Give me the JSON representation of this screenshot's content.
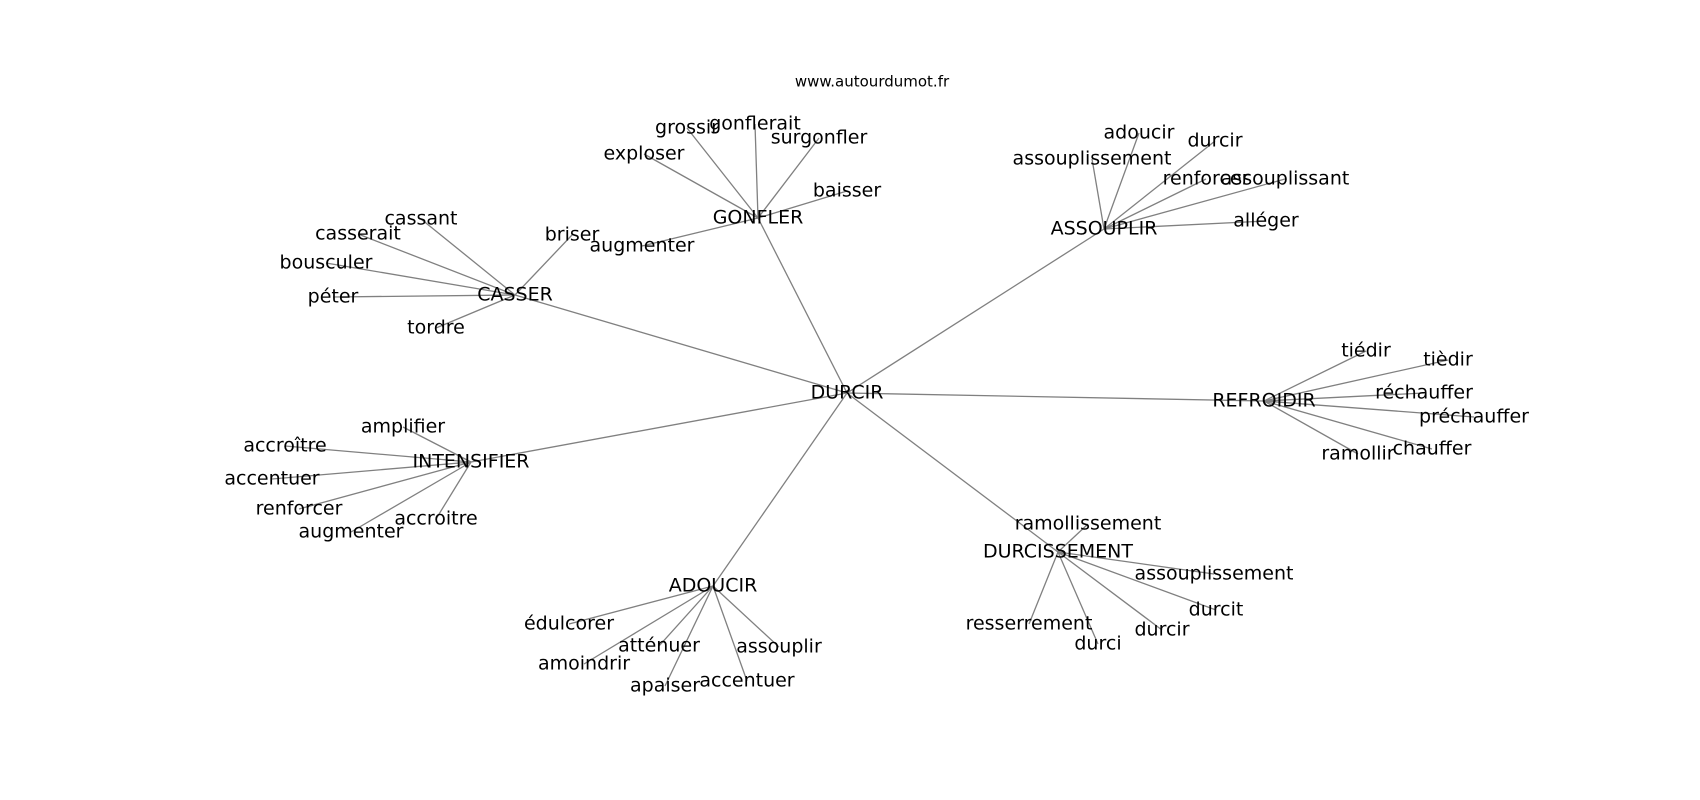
{
  "source_label": "www.autourdumot.fr",
  "center": {
    "id": "DURCIR",
    "label": "DURCIR"
  },
  "clusters": [
    {
      "id": "casser",
      "label": "CASSER",
      "words": [
        "cassant",
        "casserait",
        "bousculer",
        "péter",
        "tordre",
        "briser"
      ]
    },
    {
      "id": "gonfler",
      "label": "GONFLER",
      "words": [
        "grossir",
        "gonflerait",
        "surgonfler",
        "exploser",
        "baisser",
        "augmenter"
      ]
    },
    {
      "id": "assouplir",
      "label": "ASSOUPLIR",
      "words": [
        "adoucir",
        "durcir",
        "assouplissement",
        "renforcer",
        "assouplissant",
        "alléger"
      ]
    },
    {
      "id": "refroidir",
      "label": "REFROIDIR",
      "words": [
        "tiédir",
        "tièdir",
        "réchauffer",
        "préchauffer",
        "chauffer",
        "ramollir"
      ]
    },
    {
      "id": "intensifier",
      "label": "INTENSIFIER",
      "words": [
        "amplifier",
        "accroître",
        "accentuer",
        "renforcer",
        "augmenter",
        "accroitre"
      ]
    },
    {
      "id": "durcissement",
      "label": "DURCISSEMENT",
      "words": [
        "ramollissement",
        "assouplissement",
        "durcit",
        "durcir",
        "durci",
        "resserrement"
      ]
    },
    {
      "id": "adoucir",
      "label": "ADOUCIR",
      "words": [
        "édulcorer",
        "amoindrir",
        "atténuer",
        "apaiser",
        "accentuer",
        "assouplir"
      ]
    }
  ]
}
